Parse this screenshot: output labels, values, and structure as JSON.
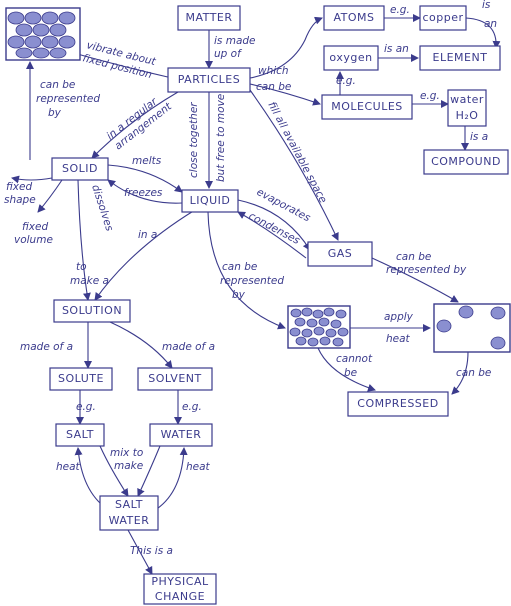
{
  "concepts": {
    "matter": "MATTER",
    "particles": "PARTICLES",
    "atoms": "ATOMS",
    "copper": "copper",
    "oxygen": "oxygen",
    "element": "ELEMENT",
    "molecules": "MOLECULES",
    "water_h2o_line1": "water",
    "water_h2o_line2": "H₂O",
    "compound": "COMPOUND",
    "solid": "SOLID",
    "liquid": "LIQUID",
    "gas": "GAS",
    "solution": "SOLUTION",
    "solute": "SOLUTE",
    "solvent": "SOLVENT",
    "salt": "SALT",
    "water": "WATER",
    "salt_water_line1": "SALT",
    "salt_water_line2": "WATER",
    "physical_change_line1": "PHYSICAL",
    "physical_change_line2": "CHANGE",
    "compressed": "COMPRESSED"
  },
  "links": {
    "is_made_up_of_1": "is made",
    "is_made_up_of_2": "up of",
    "which_can_be_1": "which",
    "which_can_be_2": "can be",
    "eg_atoms": "e.g.",
    "is_an_copper_1": "is",
    "is_an_copper_2": "an",
    "is_an_oxygen": "is an",
    "eg_oxygen": "e.g.",
    "eg_water": "e.g.",
    "is_a_1": "is a",
    "vibrate_1": "vibrate about",
    "vibrate_2": "fixed position",
    "can_be_represented_1": "can be",
    "can_be_represented_2": "represented",
    "can_be_represented_3": "by",
    "regular_1": "in a regular",
    "regular_2": "arrangement",
    "close_together": "close together",
    "free_to_move": "but free to move",
    "fill_space": "fill all available space",
    "melts": "melts",
    "freezes": "freezes",
    "fixed_shape_1": "fixed",
    "fixed_shape_2": "shape",
    "fixed_volume_1": "fixed",
    "fixed_volume_2": "volume",
    "dissolves": "dissolves",
    "in_a": "in a",
    "evaporates": "evaporates",
    "condenses": "condenses",
    "gas_represented_1": "can be",
    "gas_represented_2": "represented by",
    "liquid_represented_1": "can be",
    "liquid_represented_2": "represented",
    "liquid_represented_3": "by",
    "to_make_1": "to",
    "to_make_2": "make a",
    "made_of_a_left": "made of a",
    "made_of_a_right": "made of a",
    "apply_heat_1": "apply",
    "apply_heat_2": "heat",
    "cannot_be_1": "cannot",
    "cannot_be_2": "be",
    "can_be_gas": "can be",
    "eg_salt": "e.g.",
    "eg_water2": "e.g.",
    "mix_to_make_1": "mix to",
    "mix_to_make_2": "make",
    "heat_left": "heat",
    "heat_right": "heat",
    "this_is_a": "This is a"
  },
  "colors": {
    "ink": "#3b3b8c",
    "particle": "#8a8fd0",
    "background": "#ffffff"
  }
}
